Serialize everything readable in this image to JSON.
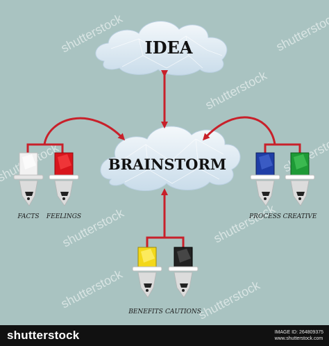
{
  "diagram": {
    "top_node": "IDEA",
    "center_node": "BRAINSTORM",
    "hats": {
      "facts": "FACTS",
      "feelings": "FEELINGS",
      "process": "PROCESS",
      "creative": "CREATIVE",
      "benefits": "BENEFITS",
      "cautions": "CAUTIONS"
    },
    "colors": {
      "background": "#a9c3c1",
      "arrow": "#c8202a",
      "facts_hat": "#f2f2f2",
      "feelings_hat": "#d8151c",
      "process_hat": "#1f3ea6",
      "creative_hat": "#1e9a36",
      "benefits_hat": "#f3d81a",
      "cautions_hat": "#222222"
    }
  },
  "watermark": {
    "text": "shutterstock"
  },
  "footer": {
    "brand": "shutterstock",
    "image_id": "IMAGE ID: 264809375",
    "site": "www.shutterstock.com"
  }
}
